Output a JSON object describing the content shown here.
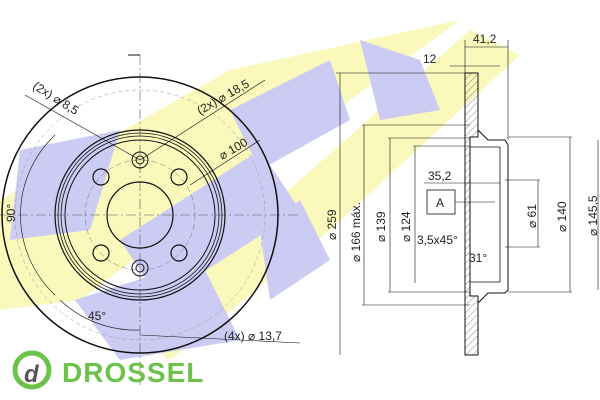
{
  "watermark": {
    "text": "ICER",
    "colors": {
      "yellow": "#fbf7b0",
      "blue": "#b9b9f0"
    }
  },
  "brand": {
    "name": "DROSSEL",
    "color": "#6cc24a"
  },
  "front_view": {
    "labels": {
      "small_holes": "(2x) ⌀ 8,5",
      "bolt_spacers": "(2x) ⌀ 18,5",
      "pcd": "⌀ 100",
      "angle_90": "90°",
      "angle_45": "45°",
      "bolt_holes": "(4x) ⌀ 13,7"
    }
  },
  "side_view": {
    "labels": {
      "total_height": "41,2",
      "thickness": "12",
      "outer_diameter": "⌀ 259",
      "max_diameter": "⌀ 166 máx.",
      "d139": "⌀ 139",
      "d124": "⌀ 124",
      "depth": "35,2",
      "datum": "A",
      "chamfer": "3,5x45°",
      "angle": "31°",
      "bore": "⌀ 61",
      "d140": "⌀ 140",
      "d145": "⌀ 145,5"
    }
  }
}
